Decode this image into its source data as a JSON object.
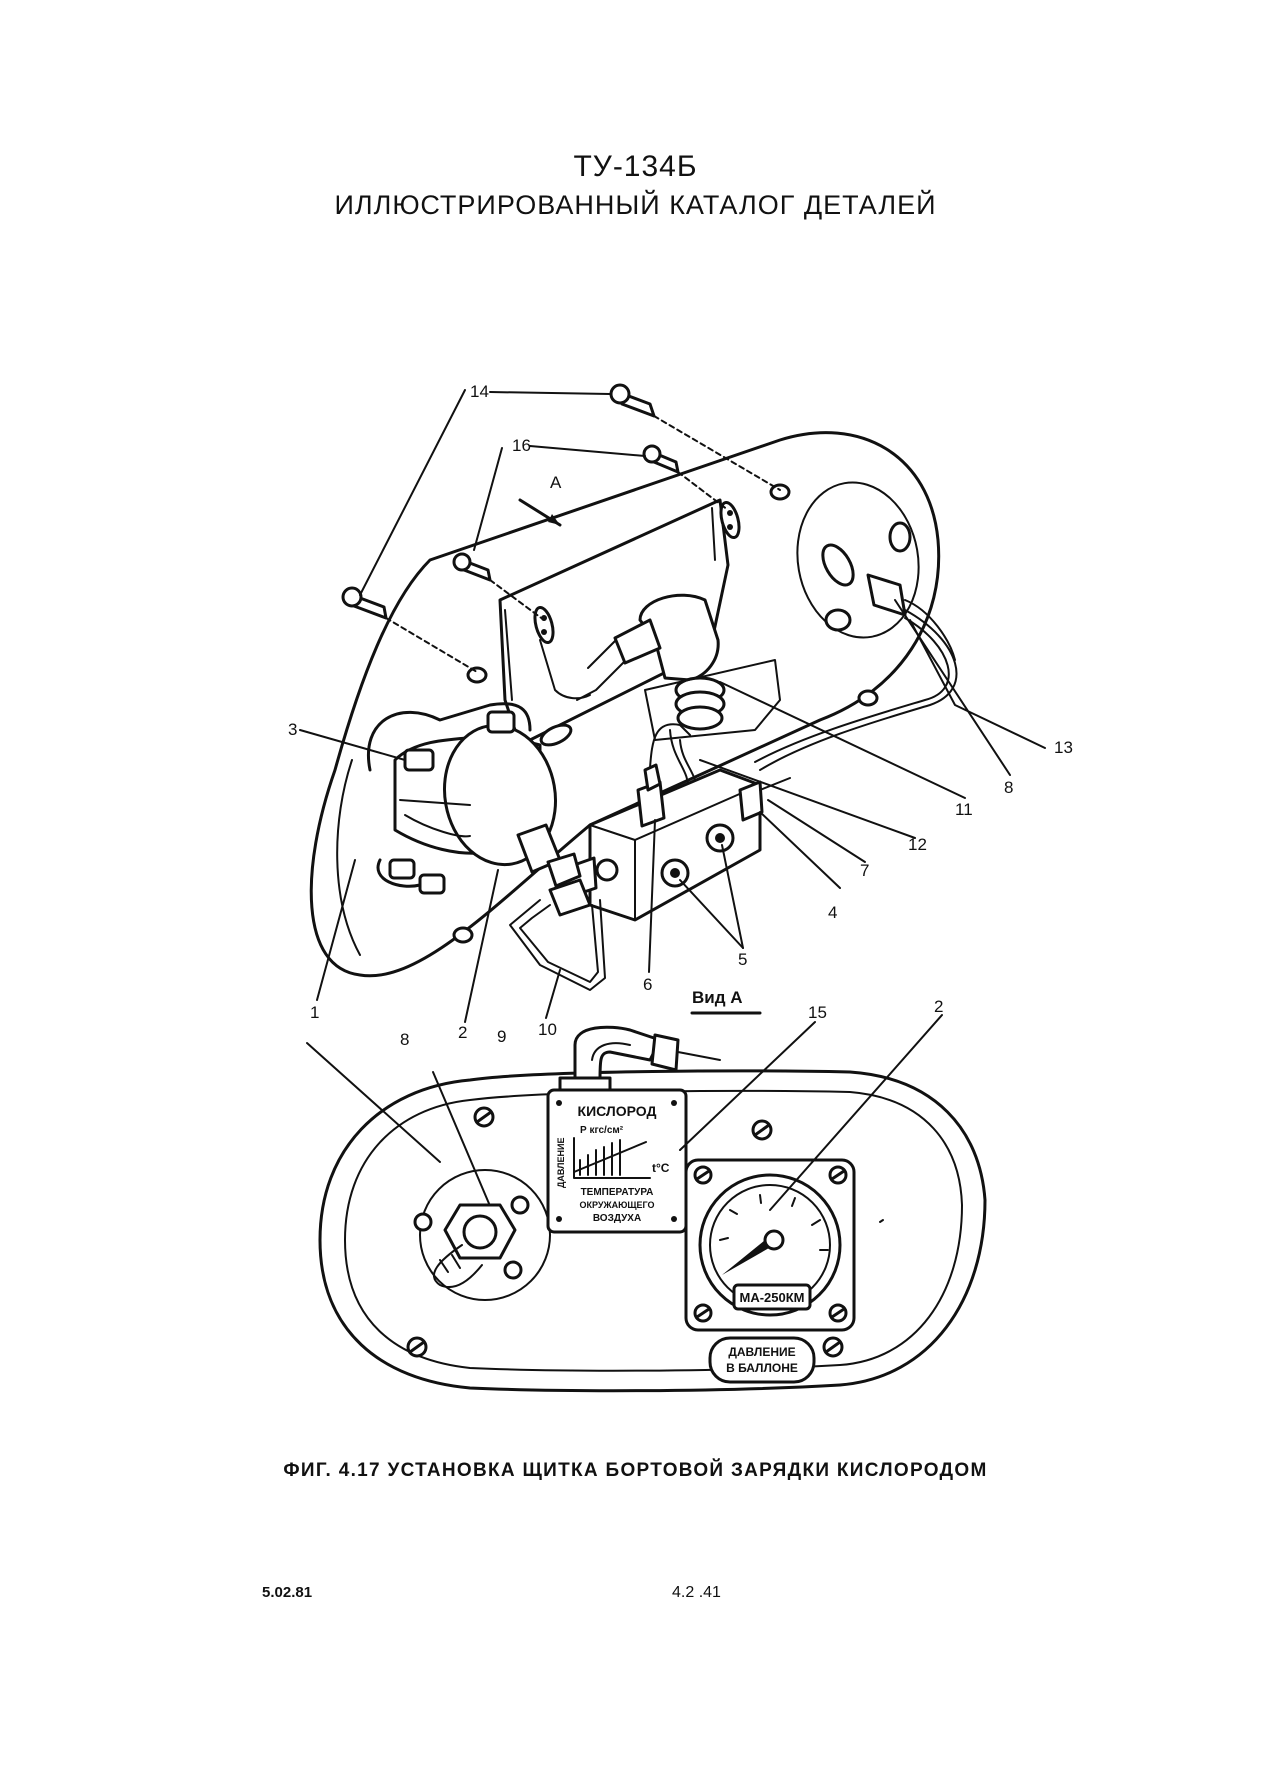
{
  "header": {
    "model": "ТУ-134Б",
    "catalog": "ИЛЛЮСТРИРОВАННЫЙ КАТАЛОГ ДЕТАЛЕЙ"
  },
  "figure": {
    "caption": "ФИГ. 4.17 УСТАНОВКА ЩИТКА БОРТОВОЙ ЗАРЯДКИ КИСЛОРОДОМ",
    "view_label": "Вид А",
    "view_arrow_label": "А",
    "callouts": {
      "c1": "1",
      "c2": "2",
      "c2b": "2",
      "c3": "3",
      "c4": "4",
      "c5": "5",
      "c6": "6",
      "c7": "7",
      "c8": "8",
      "c8b": "8",
      "c9": "9",
      "c10": "10",
      "c11": "11",
      "c12": "12",
      "c13": "13",
      "c14": "14",
      "c15": "15",
      "c16": "16"
    },
    "plate": {
      "title": "КИСЛОРОД",
      "y_axis": "ДАВЛЕНИЕ",
      "y_unit": "Р кгс/см²",
      "x_unit": "t°C",
      "x_caption_1": "ТЕМПЕРАТУРА",
      "x_caption_2": "ОКРУЖАЮЩЕГО",
      "x_caption_3": "ВОЗДУХА"
    },
    "gauge": {
      "type": "МА-250КМ",
      "label_1": "ДАВЛЕНИЕ",
      "label_2": "В БАЛЛОНЕ"
    }
  },
  "footer": {
    "date": "5.02.81",
    "page": "4.2 .41"
  }
}
